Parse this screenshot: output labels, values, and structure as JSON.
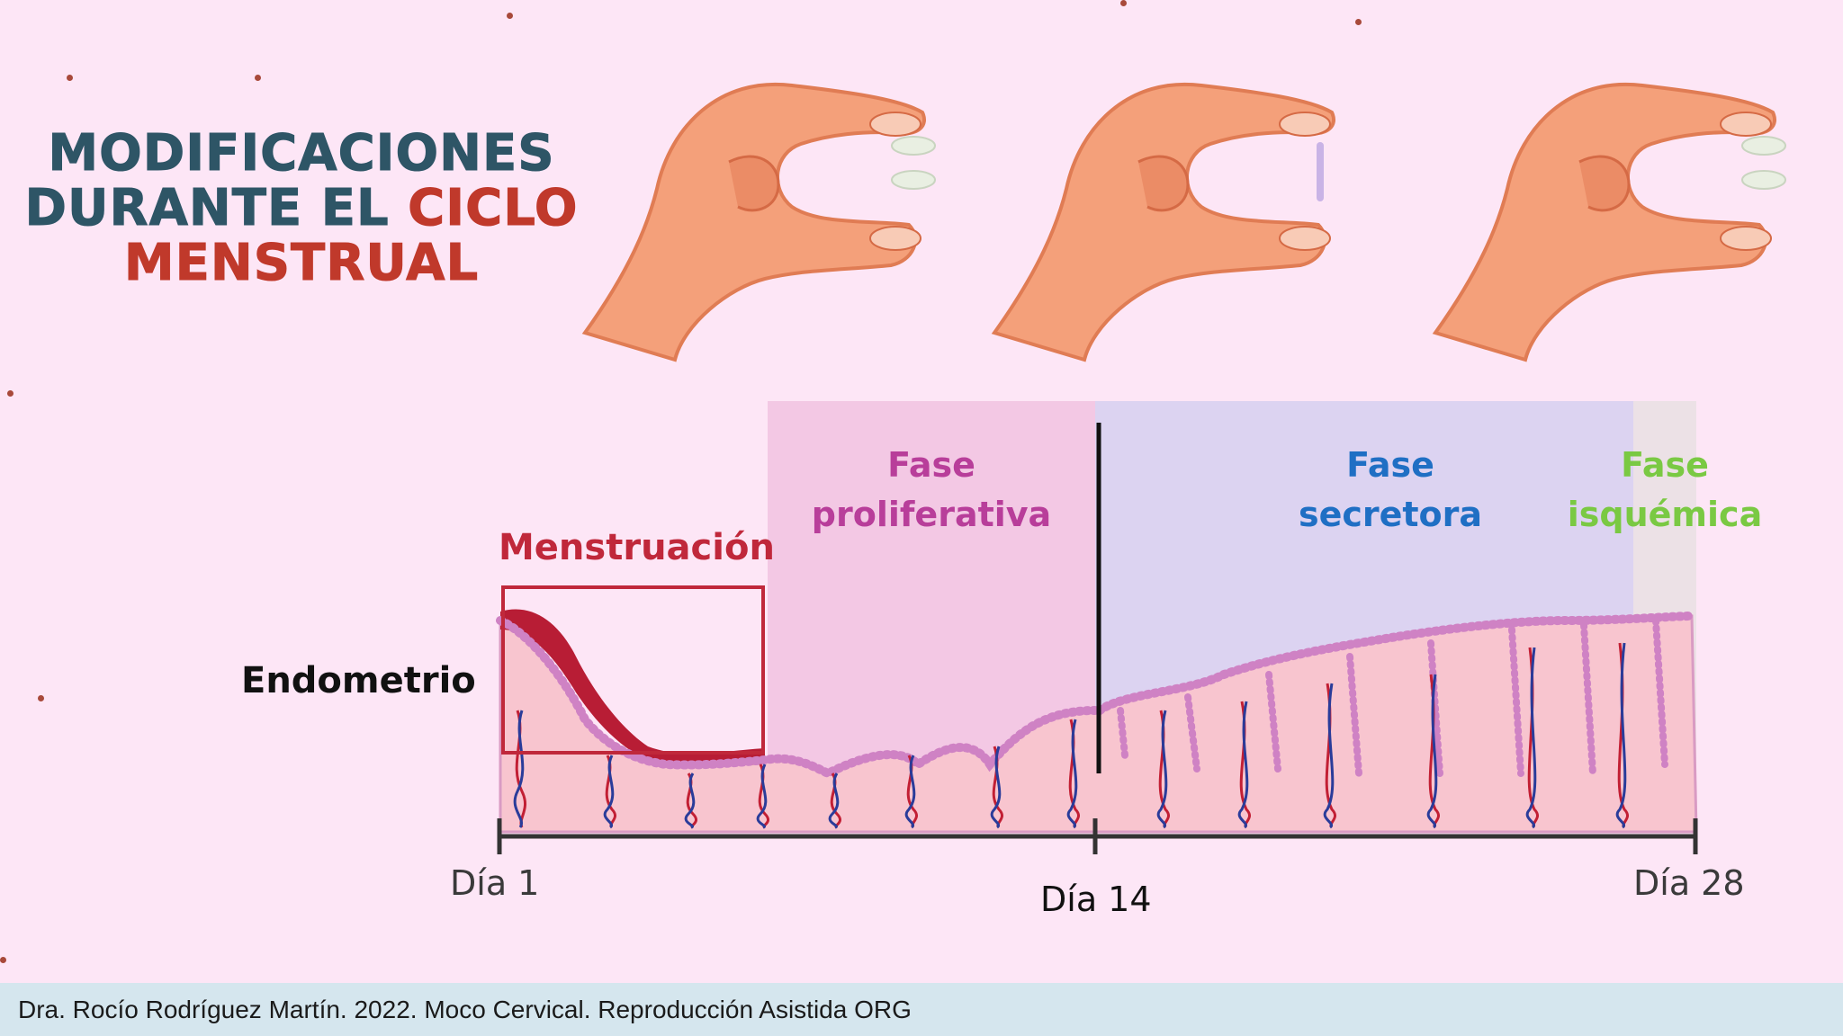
{
  "title": {
    "line1": "MODIFICACIONES",
    "line2_part1": "DURANTE EL ",
    "line2_part2": "CICLO",
    "line3": "MENSTRUAL"
  },
  "phases": {
    "proliferativa": "Fase\nproliferativa",
    "secretora": "Fase\nsecretora",
    "isquemica": "Fase\nisquémica",
    "menstruacion": "Menstruación"
  },
  "endometrio_label": "Endometrio",
  "timeline": {
    "day1": "Día 1",
    "day14": "Día 14",
    "day28": "Día 28"
  },
  "footer": "Dra. Rocío Rodríguez Martín. 2022. Moco Cervical. Reproducción Asistida ORG",
  "colors": {
    "background": "#fde6f6",
    "title_dark": "#2e5566",
    "title_accent": "#c0392b",
    "proliferativa": "#b83e9a",
    "secretora": "#1f6fc4",
    "isquemica": "#7ac943",
    "menstruacion": "#c0283b"
  },
  "icons": [
    "hand-pinching-mucus-icon",
    "hand-stretching-mucus-icon",
    "hand-pinching-mucus-icon"
  ]
}
